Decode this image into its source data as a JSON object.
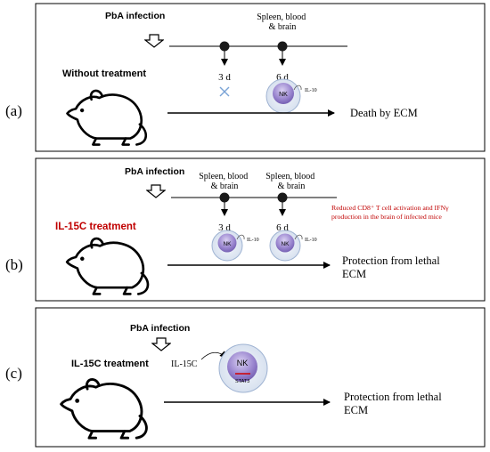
{
  "panels": [
    {
      "letter": "(a)",
      "infection": "PbA infection",
      "treatment": "Without treatment",
      "times": [
        "3 d",
        "6 d"
      ],
      "sample_labels": [
        "",
        "Spleen, blood\n& brain"
      ],
      "outcome": "Death by ECM"
    },
    {
      "letter": "(b)",
      "infection": "PbA infection",
      "treatment": "IL-15C treatment",
      "times": [
        "3 d",
        "6 d"
      ],
      "sample_labels": [
        "Spleen, blood\n& brain",
        "Spleen, blood\n& brain"
      ],
      "note": "Reduced CD8⁺ T cell activation and IFNγ\nproduction in the brain of infected mice",
      "outcome": "Protection from lethal\nECM"
    },
    {
      "letter": "(c)",
      "infection": "PbA infection",
      "treatment": "IL-15C treatment",
      "stimulus": "IL-15C",
      "outcome": "Protection from lethal\nECM"
    }
  ],
  "cell_labels": {
    "nk": "NK",
    "il10": "IL-10",
    "stat3": "STAT3"
  },
  "colors": {
    "treatment_red": "#c00000",
    "nk_purple": "#8e79c7",
    "cross_blue": "#7aa3d6"
  }
}
